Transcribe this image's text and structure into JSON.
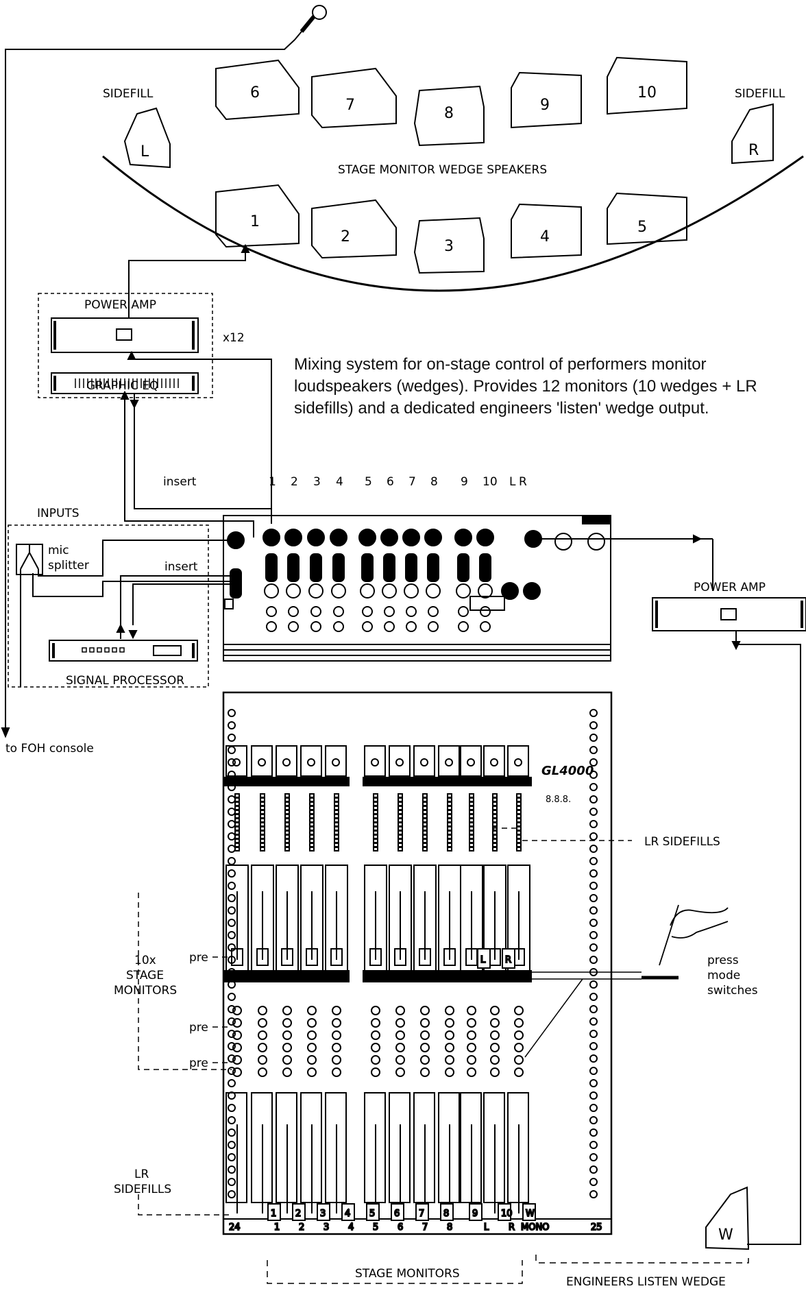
{
  "stage": {
    "wedge_numbers": [
      "6",
      "7",
      "8",
      "9",
      "10",
      "1",
      "2",
      "3",
      "4",
      "5"
    ],
    "sidefill_left": {
      "label": "SIDEFILL",
      "letter": "L"
    },
    "sidefill_right": {
      "label": "SIDEFILL",
      "letter": "R"
    },
    "caption": "STAGE MONITOR WEDGE SPEAKERS"
  },
  "rack": {
    "power_amp": "POWER AMP",
    "graphic_eq": "GRAPHIC EQ",
    "multiplier": "x12",
    "insert_top": "insert",
    "insert_mid": "insert",
    "inputs": "INPUTS",
    "mic_splitter_1": "mic",
    "mic_splitter_2": "splitter",
    "signal_processor": "SIGNAL PROCESSOR",
    "to_foh": "to FOH console"
  },
  "description": {
    "line1": "Mixing system for on-stage control of performers monitor",
    "line2": "loudspeakers (wedges). Provides 12 monitors (10 wedges + LR",
    "line3": "sidefills) and a dedicated engineers 'listen' wedge output."
  },
  "output_numbers": [
    "1",
    "2",
    "3",
    "4",
    "5",
    "6",
    "7",
    "8",
    "9",
    "10",
    "L",
    "R"
  ],
  "right_amp": {
    "label": "POWER AMP"
  },
  "console": {
    "brand": "GL4000",
    "display": "8.8.8.",
    "fader_caps": [
      "1",
      "2",
      "3",
      "4",
      "5",
      "6",
      "7",
      "8",
      "9",
      "10",
      "W"
    ],
    "master_caps": [
      "L",
      "R"
    ],
    "strip_labels": [
      "24",
      "1",
      "2",
      "3",
      "4",
      "5",
      "6",
      "7",
      "8",
      "L",
      "R",
      "MONO",
      "25"
    ]
  },
  "annotations": {
    "lr_sidefills_right": "LR SIDEFILLS",
    "stage_monitors_left_1": "10x",
    "stage_monitors_left_2": "STAGE",
    "stage_monitors_left_3": "MONITORS",
    "pre_1": "pre",
    "pre_2": "pre",
    "pre_3": "pre",
    "lr_sidefills_left_1": "LR",
    "lr_sidefills_left_2": "SIDEFILLS",
    "press_1": "press",
    "press_2": "mode",
    "press_3": "switches",
    "stage_monitors_bottom": "STAGE MONITORS",
    "engineers_listen": "ENGINEERS LISTEN WEDGE",
    "listen_wedge_letter": "W"
  }
}
